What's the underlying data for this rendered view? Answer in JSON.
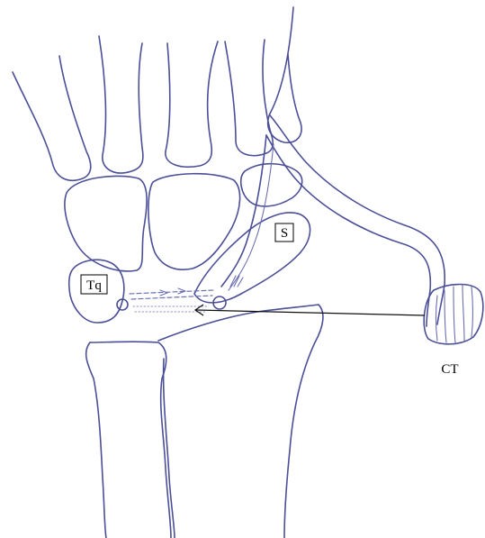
{
  "labels": {
    "triquetrum": "Tq",
    "scaphoid": "S",
    "graft_label": "CT"
  },
  "colors": {
    "ink": "#4b4f98",
    "arrow": "#111111",
    "label": "#000000"
  }
}
